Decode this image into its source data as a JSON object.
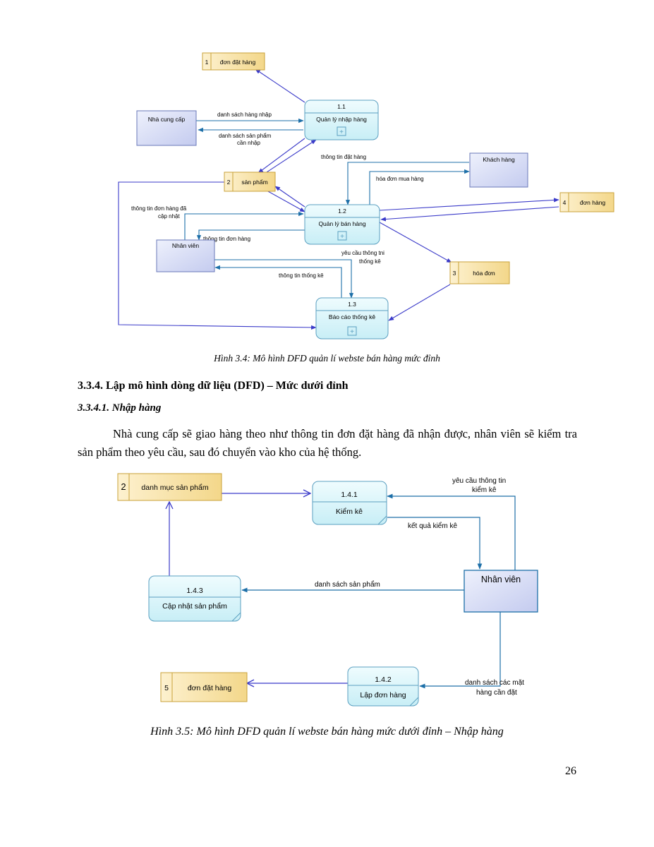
{
  "figure1": {
    "caption": "Hình 3.4: Mô hình DFD quản lí webste bán hàng mức đỉnh",
    "processes": [
      {
        "id": "1.1",
        "name": "Quản lý nhập hàng"
      },
      {
        "id": "1.2",
        "name": "Quản lý bán hàng"
      },
      {
        "id": "1.3",
        "name": "Báo cáo thống kê"
      }
    ],
    "entities": {
      "supplier": "Nhà cung cấp",
      "customer": "Khách hàng",
      "staff": "Nhân viên"
    },
    "stores": [
      {
        "num": "1",
        "name": "đơn đặt hàng"
      },
      {
        "num": "2",
        "name": "sản phẩm"
      },
      {
        "num": "4",
        "name": "đơn hàng"
      },
      {
        "num": "3",
        "name": "hóa đơn"
      }
    ],
    "flows": {
      "import_list": "danh sách hàng nhập",
      "need_list_1": "danh sách sản phẩm",
      "need_list_2": "cần nhập",
      "order_info": "thông tin đặt hàng",
      "invoice": "hóa đơn mua hàng",
      "updated_1": "thông tin đơn hàng đã",
      "updated_2": "cập nhật",
      "order_info2": "thông tin đơn hàng",
      "stat_req_1": "yêu cầu thông tni",
      "stat_req_2": "thống kê",
      "stat_info": "thông tin thống kê"
    },
    "plus": "+"
  },
  "section": {
    "heading": "3.3.4.  Lập mô hình dòng dữ liệu (DFD) – Mức dưới đỉnh",
    "subheading": "3.3.4.1.  Nhập hàng",
    "paragraph": "Nhà cung cấp sẽ giao hàng theo như thông tin đơn đặt hàng đã nhận được, nhân viên sẽ kiểm tra sản phẩm theo yêu cầu, sau đó chuyển vào kho của hệ thống."
  },
  "figure2": {
    "caption": "Hình 3.5: Mô hình DFD quản lí webste bán hàng mức dưới đỉnh – Nhập hàng",
    "processes": [
      {
        "id": "1.4.1",
        "name": "Kiểm kê"
      },
      {
        "id": "1.4.3",
        "name": "Cập nhật sản phẩm"
      },
      {
        "id": "1.4.2",
        "name": "Lập đơn hàng"
      }
    ],
    "entity": "Nhân viên",
    "stores": [
      {
        "num": "2",
        "name": "danh mục sản phẩm"
      },
      {
        "num": "5",
        "name": "đơn đặt hàng"
      }
    ],
    "flows": {
      "req_1": "yêu cầu thông tin",
      "req_2": "kiểm kê",
      "result": "kết quả kiểm kê",
      "product_list": "danh sách sản phẩm",
      "items_1": "danh sách các mặt",
      "items_2": "hàng cần đặt"
    }
  },
  "page_number": "26",
  "colors": {
    "process_fill": "#d9f6fb",
    "process_stroke": "#5a9fc0",
    "entity_fill": "#d6dcf5",
    "store_fill": "#fbe7b0",
    "store_stroke": "#c9a23a",
    "flow_blue": "#1d6fa8",
    "flow_purple": "#3b3bc9"
  }
}
